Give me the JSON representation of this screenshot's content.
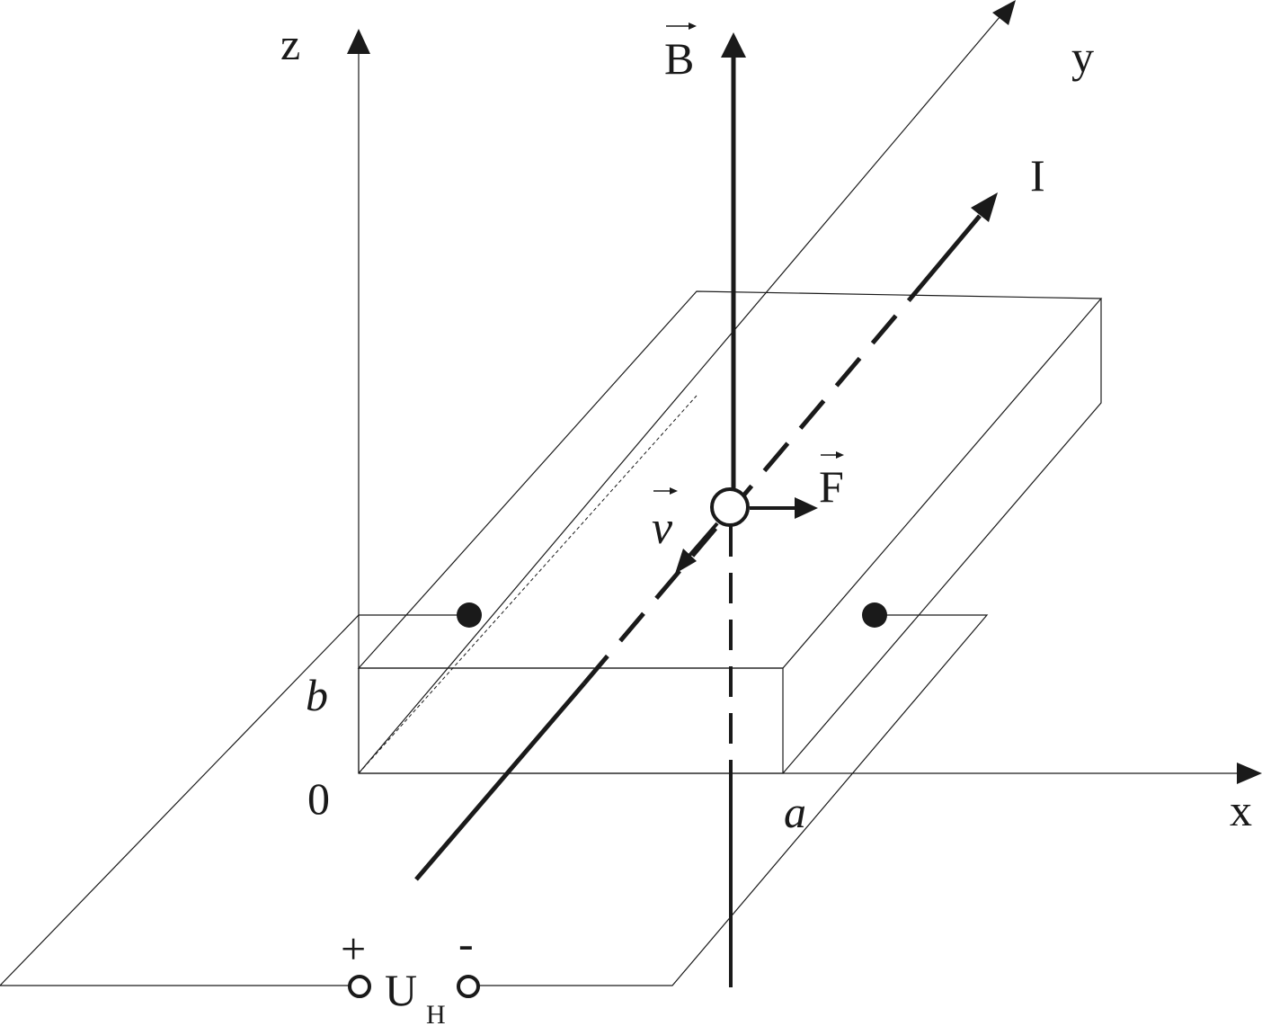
{
  "labels": {
    "axis_z": "z",
    "axis_y": "y",
    "axis_x": "x",
    "origin": "0",
    "width_a": "a",
    "thickness_b": "b",
    "field_B": "B",
    "current_I": "I",
    "force_F": "F",
    "velocity_v": "v",
    "hall_voltage_main": "U",
    "hall_voltage_sub": "H",
    "terminal_plus": "+",
    "terminal_minus": "-"
  },
  "colors": {
    "ink": "#1a1a1a",
    "background": "#ffffff"
  }
}
